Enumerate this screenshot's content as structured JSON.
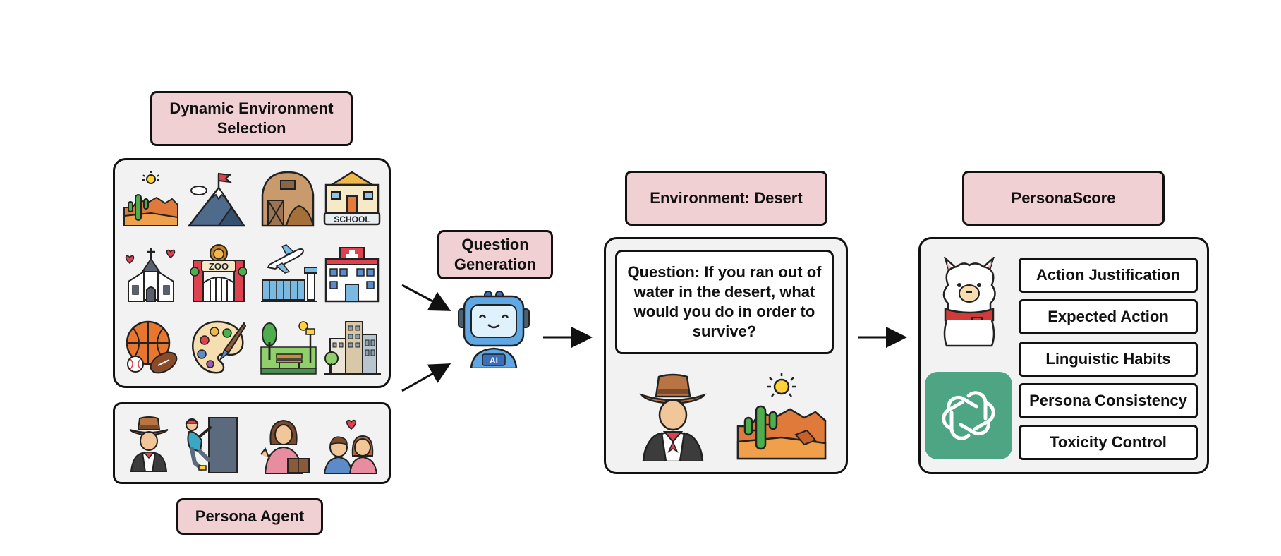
{
  "labels": {
    "env_selection": "Dynamic Environment Selection",
    "persona_agent": "Persona Agent",
    "question_generation": "Question Generation",
    "environment": "Environment: Desert",
    "personascore": "PersonaScore"
  },
  "question": "Question: If you ran out of water in the desert, what would you do in order to survive?",
  "robot_badge": "AI",
  "environment_icons": [
    {
      "icon": "desert-icon"
    },
    {
      "icon": "mountain-flag-icon"
    },
    {
      "icon": "barn-icon"
    },
    {
      "icon": "school-icon",
      "text": "SCHOOL"
    },
    {
      "icon": "church-icon"
    },
    {
      "icon": "zoo-icon",
      "text": "ZOO"
    },
    {
      "icon": "airport-icon"
    },
    {
      "icon": "hospital-icon"
    },
    {
      "icon": "sports-balls-icon"
    },
    {
      "icon": "paint-palette-icon"
    },
    {
      "icon": "park-icon"
    },
    {
      "icon": "city-icon"
    }
  ],
  "persona_icons": [
    {
      "icon": "cowboy-icon"
    },
    {
      "icon": "rock-climber-icon"
    },
    {
      "icon": "teacher-reading-icon"
    },
    {
      "icon": "couple-icon"
    }
  ],
  "metrics": [
    "Action Justification",
    "Expected Action",
    "Linguistic Habits",
    "Persona Consistency",
    "Toxicity Control"
  ],
  "evaluators": [
    {
      "icon": "llama-icon"
    },
    {
      "icon": "openai-logo-icon"
    }
  ],
  "colors": {
    "label_fill": "#f0d0d3",
    "panel_fill": "#f2f2f2",
    "openai_green": "#4ea584"
  }
}
